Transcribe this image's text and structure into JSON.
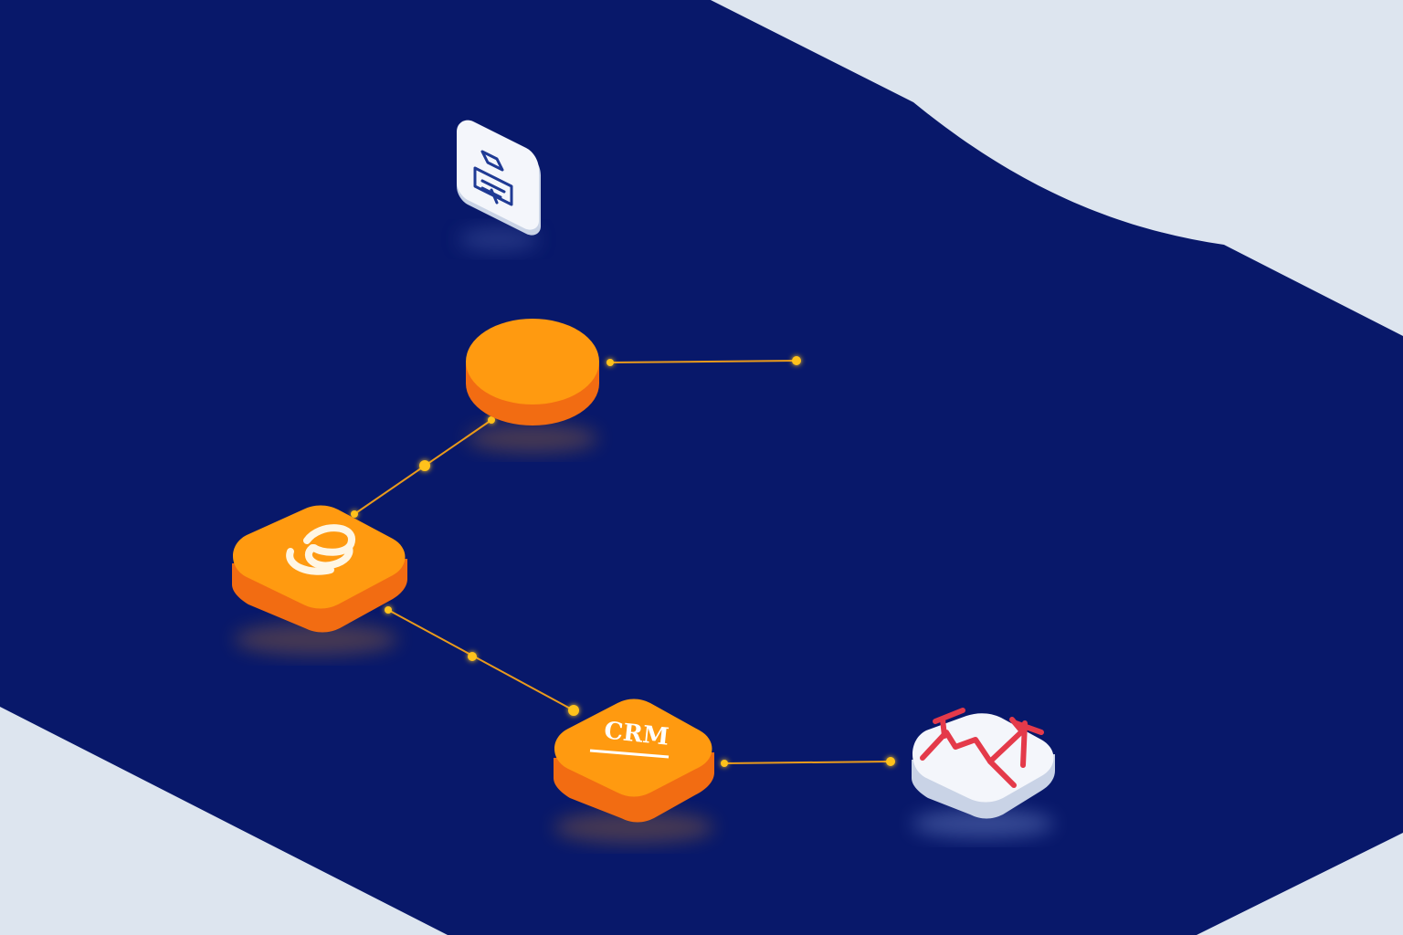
{
  "colors": {
    "backdrop": "#dde5ef",
    "board": "#08186a",
    "node_orange": "#ff9a10",
    "node_orange_side": "#f26c12",
    "node_white": "#f4f6fb",
    "node_white_side": "#c9d3e6",
    "connector": "#e99a1c",
    "connector_dot": "#ffc21a",
    "icon_navy": "#1f3a94",
    "icon_red": "#e43a4a"
  },
  "nodes": [
    {
      "id": "printer-node",
      "icon": "printer-icon",
      "style": "white-tile"
    },
    {
      "id": "hub-node",
      "icon": "",
      "style": "orange-disc"
    },
    {
      "id": "email-node",
      "icon": "email-swirl-icon",
      "style": "orange-tile"
    },
    {
      "id": "crm-node",
      "icon": "",
      "label": "CRM",
      "style": "orange-tile"
    },
    {
      "id": "chart-node",
      "icon": "line-chart-icon",
      "style": "white-tile"
    }
  ],
  "connections": [
    {
      "from": "hub-node",
      "to": "open-endpoint"
    },
    {
      "from": "hub-node",
      "to": "email-node"
    },
    {
      "from": "email-node",
      "to": "crm-node"
    },
    {
      "from": "crm-node",
      "to": "chart-node"
    }
  ]
}
